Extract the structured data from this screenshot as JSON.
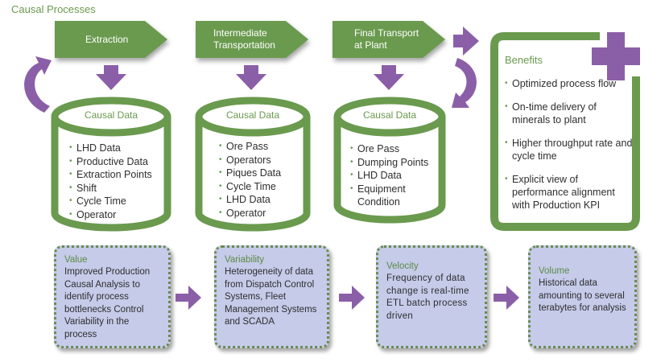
{
  "title": "Causal Processes",
  "colors": {
    "green": "#6a9a4e",
    "purple": "#8b5fa8",
    "box_fill": "#c5cbe9",
    "text": "#2e2e2e"
  },
  "processes": [
    {
      "label": "Extraction"
    },
    {
      "label": "Intermediate Transportation",
      "lines": [
        "Intermediate",
        "Transportation"
      ]
    },
    {
      "label": "Final Transport at Plant",
      "lines": [
        "Final Transport",
        "at Plant"
      ]
    }
  ],
  "causal_data": [
    {
      "title": "Causal Data",
      "items": [
        "LHD Data",
        "Productive Data",
        "Extraction Points",
        "Shift",
        "Cycle Time",
        "Operator"
      ]
    },
    {
      "title": "Causal Data",
      "items": [
        "Ore Pass",
        "Operators",
        "Piques Data",
        "Cycle Time",
        "LHD Data",
        "Operator"
      ]
    },
    {
      "title": "Causal Data",
      "items": [
        "Ore Pass",
        "Dumping Points",
        "LHD Data",
        "Equipment Condition"
      ]
    }
  ],
  "benefits": {
    "title": "Benefits",
    "icon": "plus-icon",
    "items": [
      "Optimized process flow",
      "On-time delivery of minerals to plant",
      "Higher throughput rate and cycle time",
      "Explicit view of performance alignment with Production KPI"
    ]
  },
  "vs": [
    {
      "title": "Value",
      "text": "Improved Production Causal Analysis to identify process bottlenecks Control Variability in the process"
    },
    {
      "title": "Variability",
      "text": "Heterogeneity of data from Dispatch Control Systems, Fleet Management Systems and SCADA"
    },
    {
      "title": "Velocity",
      "text": "Frequency of data change is real-time ETL batch process driven"
    },
    {
      "title": "Volume",
      "text": "Historical data amounting to several terabytes for analysis"
    }
  ]
}
